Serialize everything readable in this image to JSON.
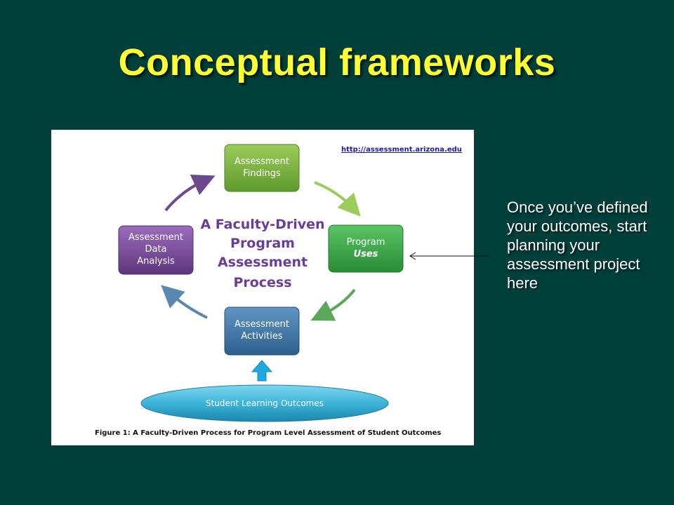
{
  "slide": {
    "title": "Conceptual frameworks",
    "side_note": "Once you’ve defined your outcomes, start planning your assessment project here"
  },
  "figure": {
    "url": "http://assessment.arizona.edu",
    "center_title": [
      "A Faculty-Driven",
      "Program",
      "Assessment",
      "Process"
    ],
    "boxes": {
      "findings": {
        "lines": [
          "Assessment",
          "Findings"
        ],
        "color": "#7cb342"
      },
      "program": {
        "lines": [
          "Program",
          "Uses"
        ],
        "color": "#3fae49"
      },
      "activities": {
        "lines": [
          "Assessment",
          "Activities"
        ],
        "color": "#3f78a8"
      },
      "analysis": {
        "lines": [
          "Assessment",
          "Data",
          "Analysis"
        ],
        "color": "#7b4d9a"
      }
    },
    "oval_label": "Student Learning Outcomes",
    "caption": "Figure 1: A Faculty-Driven Process for Program Level Assessment of Student Outcomes"
  },
  "colors": {
    "background": "#003f3a",
    "title": "#ffff33",
    "oval": "#3fb7d9",
    "up_arrow": "#1fa9e1"
  }
}
